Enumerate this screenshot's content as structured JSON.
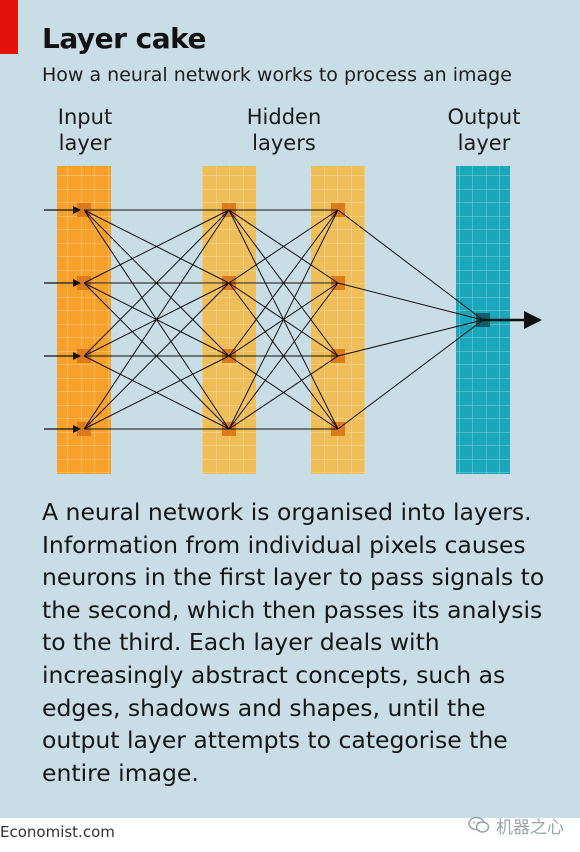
{
  "title": "Layer cake",
  "subtitle": "How a neural network works to process an image",
  "layer_labels": {
    "input": [
      "Input",
      "layer"
    ],
    "hidden": [
      "Hidden",
      "layers"
    ],
    "output": [
      "Output",
      "layer"
    ]
  },
  "body_lines": [
    "A neural network is organised into layers.",
    "Information from individual pixels causes",
    "neurons in the first layer to pass signals to",
    "the second, which then passes its analysis",
    "to the third. Each layer deals with",
    "increasingly abstract concepts, such as",
    "edges, shadows and shapes, until the",
    "output layer attempts to categorise the",
    "entire image."
  ],
  "source": "Economist.com",
  "watermark": "机器之心",
  "colors": {
    "background": "#c9dde6",
    "input_layer": "#f7a12a",
    "hidden_layers": "#efbe58",
    "output_layer": "#1aa6bb",
    "active_node": "#dd7a1c",
    "output_node": "#0e5d6c",
    "accent_red": "#e3120b"
  },
  "icons": {
    "watermark_logo": "wechat-icon"
  }
}
